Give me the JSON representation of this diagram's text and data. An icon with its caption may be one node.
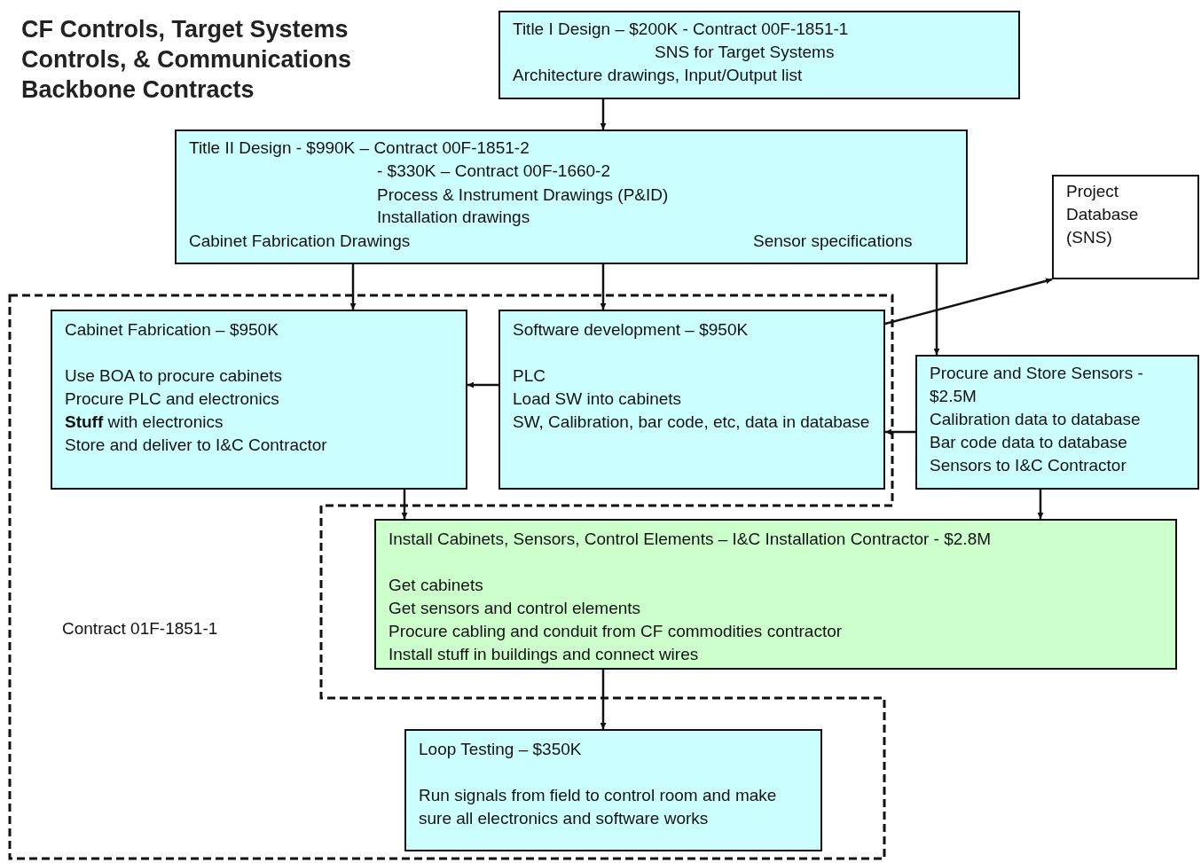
{
  "diagram": {
    "title": "CF Controls, Target Systems Controls, & Communications Backbone Contracts",
    "nodes": [
      {
        "text": [
          "Title I Design – $200K - Contract 00F-1851-1",
          "SNS for Target Systems",
          "Architecture drawings, Input/Output list"
        ]
      },
      {
        "text": [
          "Title II Design - $990K – Contract 00F-1851-2",
          "- $330K – Contract 00F-1660-2",
          "Process & Instrument Drawings (P&ID)",
          "Installation drawings",
          "Cabinet Fabrication Drawings",
          "Sensor specifications"
        ]
      },
      {
        "text": [
          "Project Database (SNS)"
        ]
      },
      {
        "text": [
          "Contract 01F-1851-1"
        ]
      },
      {
        "text": [
          "Cabinet Fabrication – $950K",
          "Use BOA to procure cabinets",
          "Procure PLC and electronics",
          "**Stuff** with electronics",
          "Store and deliver to I&C Contractor"
        ],
        "in": 3
      },
      {
        "text": [
          "Software development – $950K",
          "PLC",
          "Load SW into cabinets",
          "SW, Calibration, bar code, etc, data in database"
        ],
        "in": 3
      },
      {
        "text": [
          "Procure and Store Sensors - $2.5M",
          "Calibration data to database",
          "Bar code data to database",
          "Sensors to I&C Contractor"
        ]
      },
      {
        "text": [
          "Install Cabinets, Sensors, Control Elements – I&C Installation Contractor - $2.8M",
          "Get cabinets",
          "Get sensors and control elements",
          "Procure cabling and conduit from CF commodities contractor",
          "Install stuff in buildings and connect wires"
        ]
      },
      {
        "text": [
          "Loop Testing – $350K",
          "Run signals from field to control room and make sure all electronics and software works"
        ],
        "in": 3
      }
    ],
    "edges": [
      {
        "from": 0,
        "to": 1,
        "arrow": "to"
      },
      {
        "from": 1,
        "to": 4,
        "arrow": "to"
      },
      {
        "from": 1,
        "to": 5,
        "arrow": "to"
      },
      {
        "from": 1,
        "to": 6,
        "arrow": "to"
      },
      {
        "from": 5,
        "to": 2,
        "arrow": "to"
      },
      {
        "from": 5,
        "to": 4,
        "arrow": "to"
      },
      {
        "from": 6,
        "to": 5,
        "arrow": "to"
      },
      {
        "from": 4,
        "to": 7,
        "arrow": "to"
      },
      {
        "from": 6,
        "to": 7,
        "arrow": "to"
      },
      {
        "from": 7,
        "to": 8,
        "arrow": "to"
      }
    ]
  }
}
